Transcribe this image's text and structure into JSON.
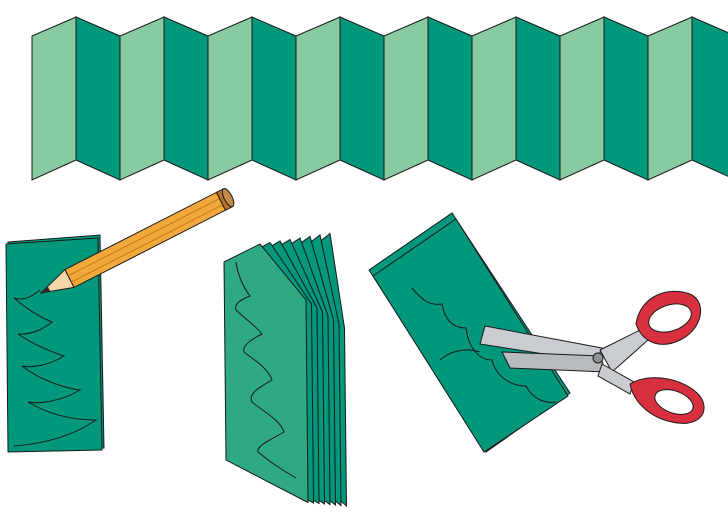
{
  "colors": {
    "light_green": "#88cba0",
    "dark_green": "#00977a",
    "mid_green": "#2fa884",
    "outline": "#1a1a1a",
    "pencil_yellow": "#f2a93b",
    "pencil_wood": "#f5d6a8",
    "blade_silver": "#c9ccd0",
    "handle_red": "#d9303f"
  },
  "illustration": {
    "steps": [
      {
        "id": "folded-strip",
        "fold_count": 16,
        "icon": "accordion-fold"
      },
      {
        "id": "draw-tree",
        "icon": "pencil-icon"
      },
      {
        "id": "stacked-folds",
        "layers": 8,
        "icon": "folded-paper"
      },
      {
        "id": "cut-out",
        "icon": "scissors-icon"
      }
    ]
  }
}
